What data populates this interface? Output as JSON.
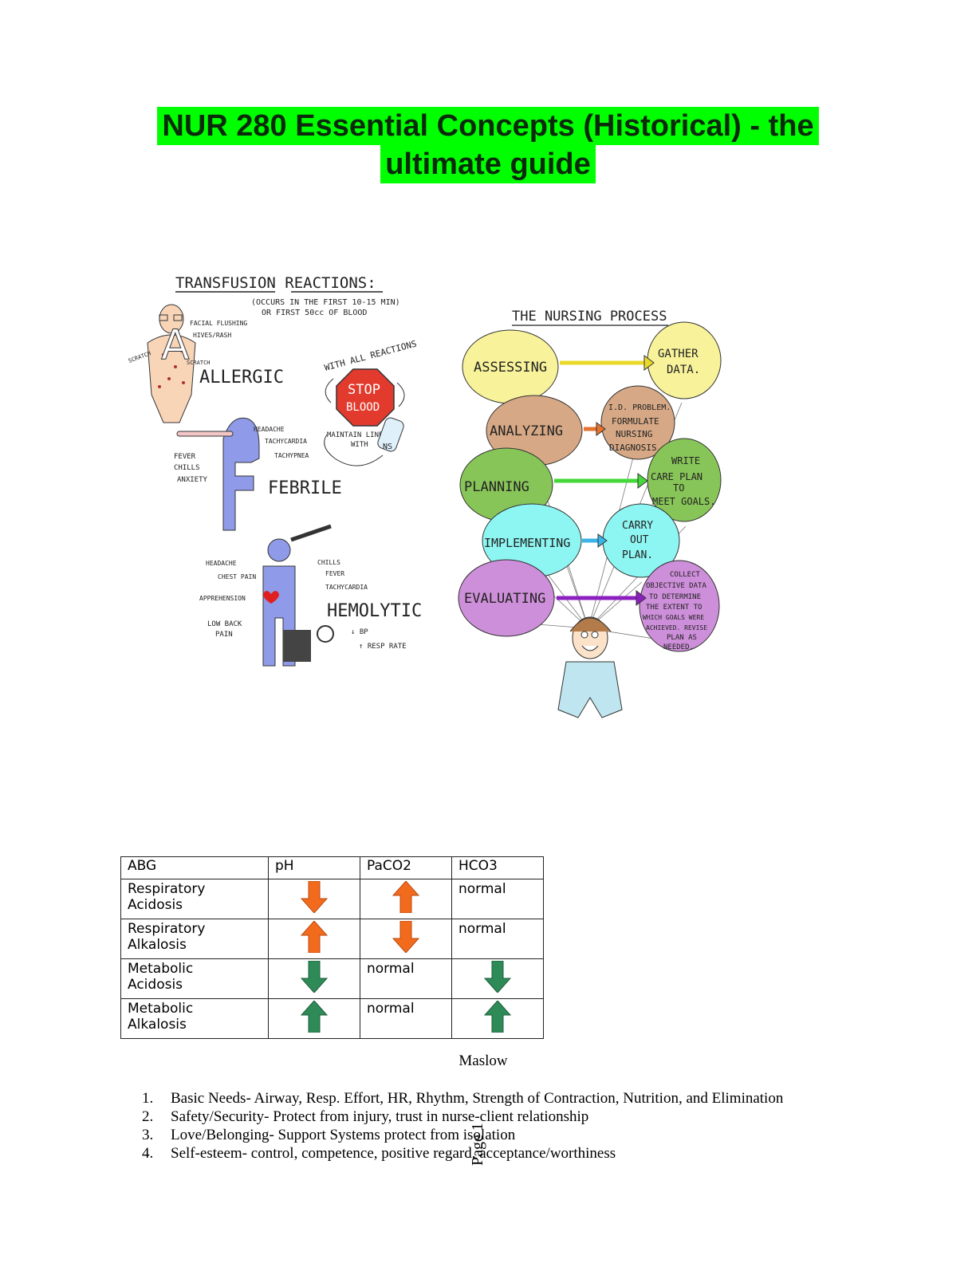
{
  "title": {
    "line1": "NUR 280 Essential Concepts (Historical) - the",
    "line2": "ultimate guide"
  },
  "transfusion": {
    "heading": "TRANSFUSION  REACTIONS:",
    "note1": "(OCCURS  IN THE FIRST 10-15 MIN)",
    "note2": "OR  FIRST  50cc  OF BLOOD",
    "allergic": "ALLERGIC",
    "allergic_signs": [
      "FACIAL FLUSHING",
      "HIVES/RASH",
      "SCRATCH",
      "SCRATCH"
    ],
    "with_all": "WITH ALL REACTIONS",
    "stop": "STOP",
    "blood": "BLOOD",
    "maintain": "MAINTAIN LINE",
    "with_ns": "WITH",
    "ns": "NS",
    "febrile": "FEBRILE",
    "febrile_signs_right": [
      "HEADACHE",
      "TACHYCARDIA",
      "TACHYPNEA"
    ],
    "febrile_signs_left": [
      "FEVER",
      "CHILLS",
      "ANXIETY"
    ],
    "hemolytic": "HEMOLYTIC",
    "hemolytic_left": [
      "HEADACHE",
      "CHEST PAIN",
      "APPREHENSION",
      "LOW BACK",
      "PAIN"
    ],
    "hemolytic_right": [
      "CHILLS",
      "FEVER",
      "TACHYCARDIA"
    ],
    "hemolytic_bottom": [
      "↓ BP",
      "↑ RESP RATE"
    ]
  },
  "nursing_process": {
    "heading": "THE NURSING PROCESS",
    "steps": [
      {
        "name": "ASSESSING",
        "action": [
          "GATHER",
          "DATA."
        ]
      },
      {
        "name": "ANALYZING",
        "action": [
          "I.D. PROBLEM.",
          "FORMULATE",
          "NURSING",
          "DIAGNOSIS."
        ]
      },
      {
        "name": "PLANNING",
        "action": [
          "WRITE",
          "CARE PLAN",
          "TO",
          "MEET GOALS."
        ]
      },
      {
        "name": "IMPLEMENTING",
        "action": [
          "CARRY",
          "OUT",
          "PLAN."
        ]
      },
      {
        "name": "EVALUATING",
        "action": [
          "COLLECT",
          "OBJECTIVE DATA",
          "TO DETERMINE",
          "THE EXTENT TO",
          "WHICH GOALS WERE",
          "ACHIEVED. REVISE",
          "PLAN AS",
          "NEEDED."
        ]
      }
    ]
  },
  "abg_table": {
    "headers": [
      "ABG",
      "pH",
      "PaCO2",
      "HCO3"
    ],
    "rows": [
      {
        "label": [
          "Respiratory",
          "Acidosis"
        ],
        "ph": "down-orange",
        "paco2": "up-orange",
        "hco3": "normal"
      },
      {
        "label": [
          "Respiratory",
          "Alkalosis"
        ],
        "ph": "up-orange",
        "paco2": "down-orange",
        "hco3": "normal"
      },
      {
        "label": [
          "Metabolic",
          "Acidosis"
        ],
        "ph": "down-green",
        "paco2": "normal",
        "hco3": "down-green"
      },
      {
        "label": [
          "Metabolic",
          "Alkalosis"
        ],
        "ph": "up-green",
        "paco2": "normal",
        "hco3": "up-green"
      }
    ],
    "colors": {
      "orange": "#f26b1d",
      "green": "#2e8b57"
    }
  },
  "maslow": {
    "title": "Maslow",
    "items": [
      {
        "num": "1.",
        "text": "Basic Needs- Airway, Resp. Effort, HR, Rhythm, Strength of Contraction, Nutrition, and Elimination"
      },
      {
        "num": "2.",
        "text": "Safety/Security- Protect from injury, trust in nurse-client relationship"
      },
      {
        "num": "3.",
        "text": "Love/Belonging- Support Systems protect from isolation"
      },
      {
        "num": "4.",
        "text": "Self-esteem- control, competence, positive regard, acceptance/worthiness"
      }
    ]
  },
  "page_label": "Page 1"
}
